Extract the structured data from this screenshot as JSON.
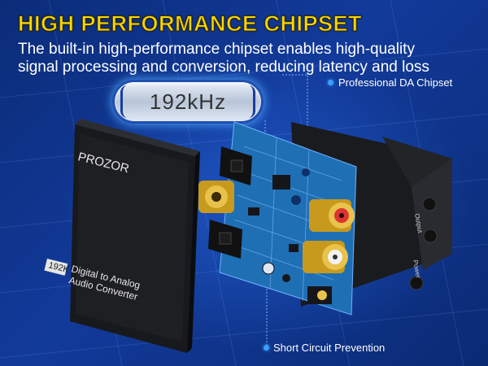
{
  "headline": "HIGH PERFORMANCE CHIPSET",
  "subtitle": "The built-in high-performance chipset enables high-quality signal processing and conversion, reducing latency and loss",
  "badge": {
    "text": "192kHz"
  },
  "callouts": {
    "chipset": "Professional DA Chipset",
    "short_circuit": "Short Circuit Prevention"
  },
  "device": {
    "brand": "PROZOR",
    "rate": "192K",
    "product_line1": "Digital to Analog",
    "product_line2": "Audio Converter",
    "port_output": "Output",
    "port_power": "Power"
  },
  "colors": {
    "background": "#0f358c",
    "accent": "#f7d900",
    "callout_dot": "#39a0ff",
    "pcb": "#1f6fb5"
  }
}
